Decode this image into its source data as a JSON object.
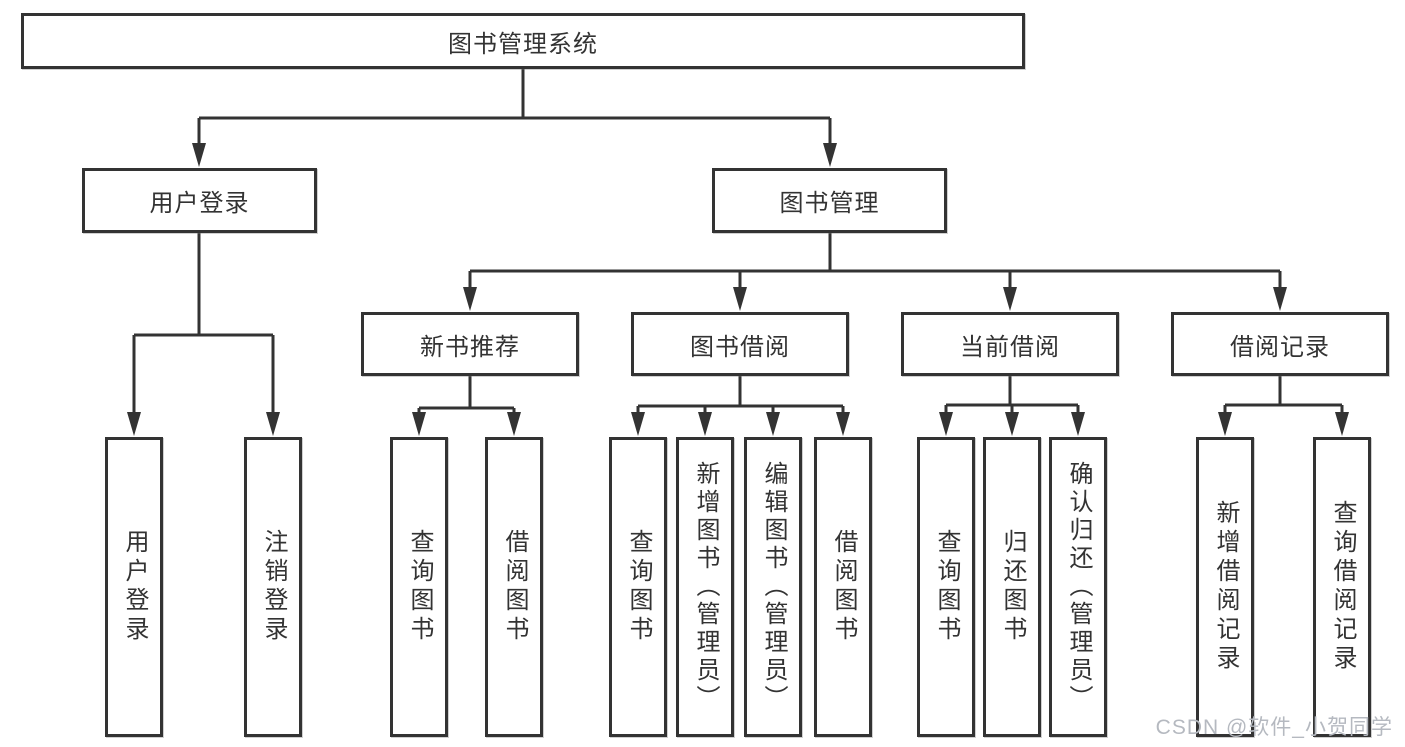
{
  "colors": {
    "line": "#333333",
    "box_border": "#333333",
    "text": "#333333",
    "watermark": "#b5b9c0",
    "background": "#ffffff"
  },
  "watermark": "CSDN @软件_小贺同学",
  "tree": {
    "label": "图书管理系统",
    "children": [
      {
        "label": "用户登录",
        "children": [
          {
            "label": "用户登录"
          },
          {
            "label": "注销登录"
          }
        ]
      },
      {
        "label": "图书管理",
        "children": [
          {
            "label": "新书推荐",
            "children": [
              {
                "label": "查询图书"
              },
              {
                "label": "借阅图书"
              }
            ]
          },
          {
            "label": "图书借阅",
            "children": [
              {
                "label": "查询图书"
              },
              {
                "label": "新增图书（管理员）"
              },
              {
                "label": "编辑图书（管理员）"
              },
              {
                "label": "借阅图书"
              }
            ]
          },
          {
            "label": "当前借阅",
            "children": [
              {
                "label": "查询图书"
              },
              {
                "label": "归还图书"
              },
              {
                "label": "确认归还（管理员）"
              }
            ]
          },
          {
            "label": "借阅记录",
            "children": [
              {
                "label": "新增借阅记录"
              },
              {
                "label": "查询借阅记录"
              }
            ]
          }
        ]
      }
    ]
  }
}
